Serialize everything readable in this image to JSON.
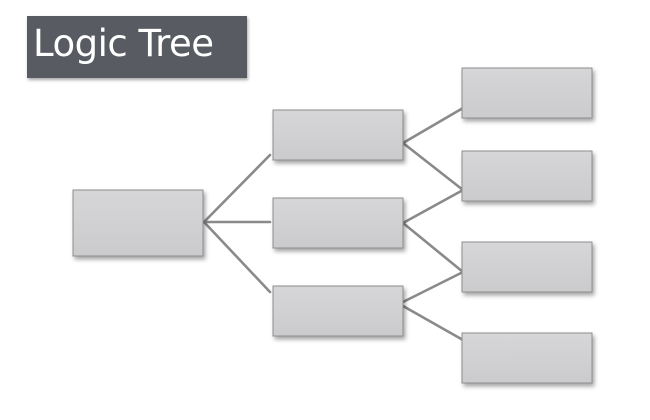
{
  "title": "Logic Tree",
  "colors": {
    "title_background": "#585c62",
    "title_text": "#ffffff",
    "box_fill": "#d2d2d4",
    "box_border": "#8f8f8f",
    "connector": "#8a8a8a"
  },
  "tree": {
    "root": {
      "id": "root",
      "label": ""
    },
    "level1": [
      {
        "id": "b1",
        "label": ""
      },
      {
        "id": "b2",
        "label": ""
      },
      {
        "id": "b3",
        "label": ""
      }
    ],
    "level2": [
      {
        "id": "c1",
        "label": ""
      },
      {
        "id": "c2",
        "label": ""
      },
      {
        "id": "c3",
        "label": ""
      },
      {
        "id": "c4",
        "label": ""
      }
    ],
    "connections": [
      {
        "from": "root",
        "to": "b1"
      },
      {
        "from": "root",
        "to": "b2"
      },
      {
        "from": "root",
        "to": "b3"
      },
      {
        "from": "b1",
        "to": "c1"
      },
      {
        "from": "b1",
        "to": "c2"
      },
      {
        "from": "b2",
        "to": "c2"
      },
      {
        "from": "b2",
        "to": "c3"
      },
      {
        "from": "b3",
        "to": "c3"
      },
      {
        "from": "b3",
        "to": "c4"
      }
    ]
  }
}
